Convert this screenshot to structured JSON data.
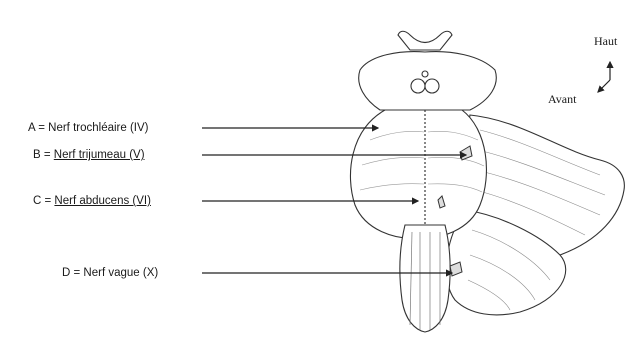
{
  "labels": [
    {
      "id": "A",
      "prefix": "A = ",
      "name": "Nerf trochléaire (IV)",
      "underlined": false
    },
    {
      "id": "B",
      "prefix": "B = ",
      "name": "Nerf trijumeau (V)",
      "underlined": true
    },
    {
      "id": "C",
      "prefix": "C = ",
      "name": "Nerf abducens (VI)",
      "underlined": true
    },
    {
      "id": "D",
      "prefix": "D = ",
      "name": "Nerf vague (X)",
      "underlined": false
    }
  ],
  "orientation": {
    "up": "Haut",
    "front": "Avant"
  },
  "colors": {
    "ink": "#2a2a2a",
    "shade": "#9a9a9a",
    "paper": "#ffffff"
  }
}
